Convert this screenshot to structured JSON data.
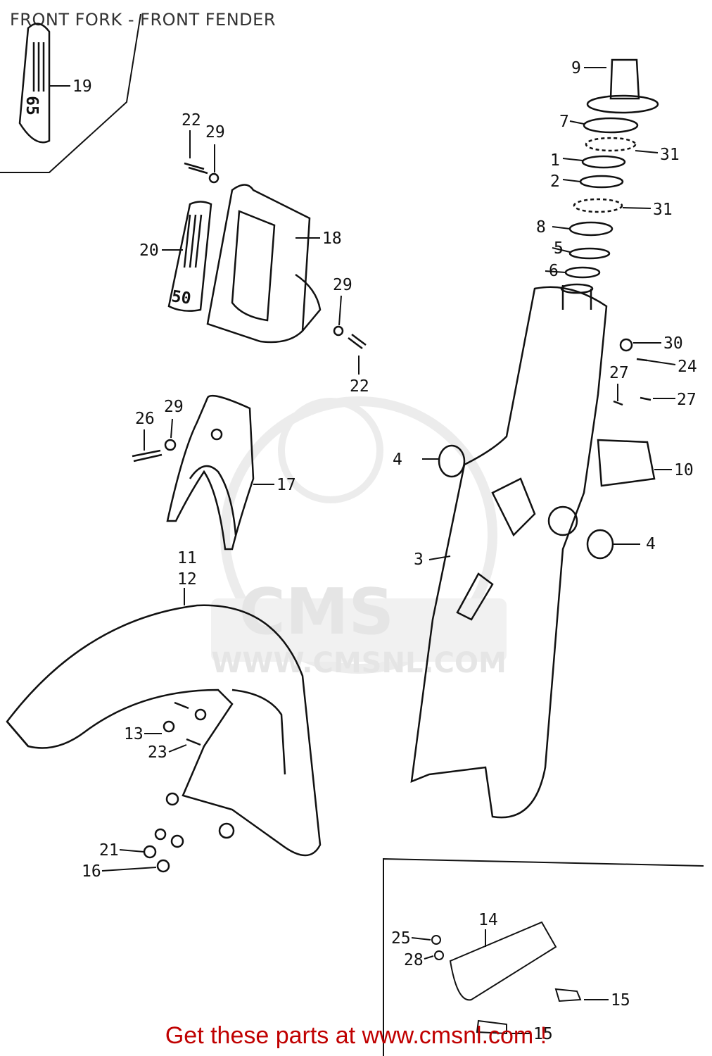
{
  "header": {
    "title": "FRONT FORK - FRONT FENDER"
  },
  "watermark": {
    "brand": "CMS",
    "url": "WWW.CMSNL.COM"
  },
  "decal_text": {
    "decal_19": "65",
    "decal_20": "50"
  },
  "callouts": [
    "1",
    "2",
    "3",
    "4",
    "4",
    "5",
    "6",
    "7",
    "8",
    "9",
    "10",
    "11",
    "12",
    "13",
    "14",
    "15",
    "15",
    "16",
    "17",
    "18",
    "19",
    "20",
    "21",
    "22",
    "22",
    "23",
    "24",
    "25",
    "26",
    "27",
    "27",
    "28",
    "29",
    "29",
    "29",
    "30",
    "31",
    "31"
  ],
  "footer": {
    "cta": "Get these parts at www.cmsnl.com !"
  },
  "colors": {
    "line": "#111111",
    "footer": "#c00000",
    "watermark": "#e5e5e5"
  }
}
